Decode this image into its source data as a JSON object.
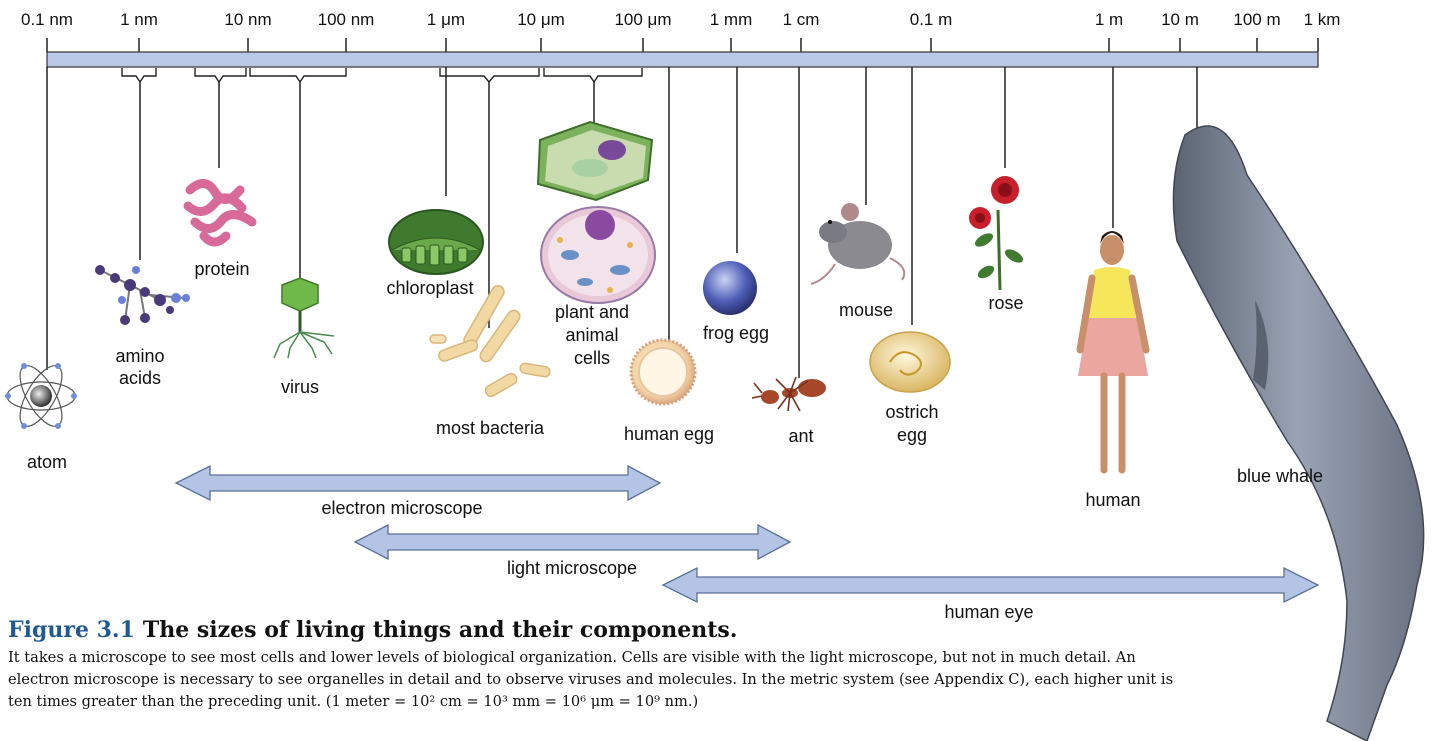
{
  "scale_ticks": [
    "0.1 nm",
    "1 nm",
    "10 nm",
    "100 nm",
    "1 μm",
    "10 μm",
    "100 μm",
    "1 mm",
    "1 cm",
    "0.1 m",
    "1 m",
    "10 m",
    "100 m",
    "1 km"
  ],
  "items": {
    "atom": "atom",
    "amino_acids": [
      "amino",
      "acids"
    ],
    "protein": "protein",
    "virus": "virus",
    "chloroplast": "chloroplast",
    "most_bacteria": "most bacteria",
    "cells": [
      "plant and",
      "animal",
      "cells"
    ],
    "human_egg": "human egg",
    "frog_egg": "frog egg",
    "ant": "ant",
    "mouse": "mouse",
    "ostrich_egg": [
      "ostrich",
      "egg"
    ],
    "rose": "rose",
    "human": "human",
    "blue_whale": "blue whale"
  },
  "ranges": {
    "electron": "electron microscope",
    "light": "light microscope",
    "eye": "human eye"
  },
  "caption": {
    "number": "Figure 3.1",
    "title": "The sizes of living things and their components.",
    "body": "It takes a microscope to see most cells and lower levels of biological organization. Cells are visible with the light microscope, but not in much detail. An electron microscope is necessary to see organelles in detail and to observe viruses and molecules. In the metric system (see Appendix C), each higher unit is ten times greater than the preceding unit. (1 meter = 10² cm = 10³ mm = 10⁶ μm = 10⁹ nm.)"
  },
  "colors": {
    "bar_fill": "#b8c8e6",
    "arrow_fill": "#b3c4e4",
    "arrow_stroke": "#5a6f99",
    "figure_number": "#1f5a94"
  }
}
